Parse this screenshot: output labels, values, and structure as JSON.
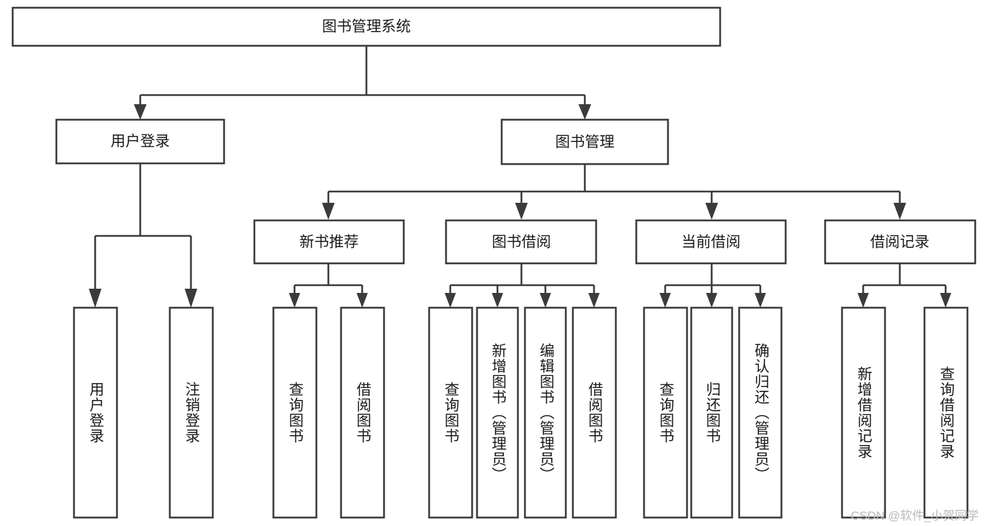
{
  "diagram": {
    "title": "图书管理系统",
    "type": "tree",
    "root": {
      "id": "root",
      "label": "图书管理系统",
      "orientation": "horizontal"
    },
    "level1": [
      {
        "id": "user-login",
        "label": "用户登录",
        "orientation": "horizontal"
      },
      {
        "id": "book-management",
        "label": "图书管理",
        "orientation": "horizontal"
      }
    ],
    "level2": [
      {
        "id": "new-book-recommend",
        "label": "新书推荐",
        "parent": "book-management",
        "orientation": "horizontal"
      },
      {
        "id": "book-borrow",
        "label": "图书借阅",
        "parent": "book-management",
        "orientation": "horizontal"
      },
      {
        "id": "current-borrow",
        "label": "当前借阅",
        "parent": "book-management",
        "orientation": "horizontal"
      },
      {
        "id": "borrow-record",
        "label": "借阅记录",
        "parent": "book-management",
        "orientation": "horizontal"
      }
    ],
    "leaves": [
      {
        "id": "leaf-user-login",
        "label": "用户登录",
        "parent": "user-login",
        "orientation": "vertical"
      },
      {
        "id": "leaf-user-logout",
        "label": "注销登录",
        "parent": "user-login",
        "orientation": "vertical"
      },
      {
        "id": "leaf-query-book-1",
        "label": "查询图书",
        "parent": "new-book-recommend",
        "orientation": "vertical"
      },
      {
        "id": "leaf-borrow-book-1",
        "label": "借阅图书",
        "parent": "new-book-recommend",
        "orientation": "vertical"
      },
      {
        "id": "leaf-query-book-2",
        "label": "查询图书",
        "parent": "book-borrow",
        "orientation": "vertical"
      },
      {
        "id": "leaf-add-book",
        "label": "新增图书（管理员）",
        "parent": "book-borrow",
        "orientation": "vertical"
      },
      {
        "id": "leaf-edit-book",
        "label": "编辑图书（管理员）",
        "parent": "book-borrow",
        "orientation": "vertical"
      },
      {
        "id": "leaf-borrow-book-2",
        "label": "借阅图书",
        "parent": "book-borrow",
        "orientation": "vertical"
      },
      {
        "id": "leaf-query-book-3",
        "label": "查询图书",
        "parent": "current-borrow",
        "orientation": "vertical"
      },
      {
        "id": "leaf-return-book",
        "label": "归还图书",
        "parent": "current-borrow",
        "orientation": "vertical"
      },
      {
        "id": "leaf-confirm-return",
        "label": "确认归还（管理员）",
        "parent": "current-borrow",
        "orientation": "vertical"
      },
      {
        "id": "leaf-add-record",
        "label": "新增借阅记录",
        "parent": "borrow-record",
        "orientation": "vertical"
      },
      {
        "id": "leaf-query-record",
        "label": "查询借阅记录",
        "parent": "borrow-record",
        "orientation": "vertical"
      }
    ],
    "colors": {
      "stroke": "#3b3b3b",
      "fill": "#ffffff",
      "text": "#1a1a1a",
      "watermark": "#b9b9b9"
    }
  },
  "watermark": {
    "text": "CSDN @软件_小贺同学"
  }
}
